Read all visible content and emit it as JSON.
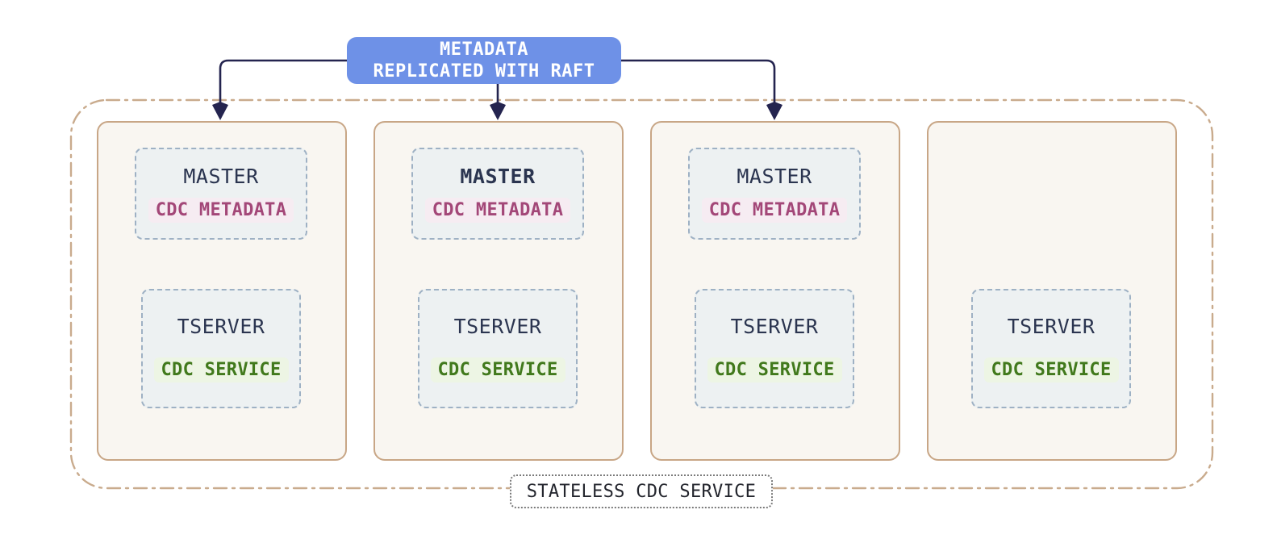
{
  "banner": {
    "line1": "METADATA",
    "line2": "REPLICATED WITH RAFT"
  },
  "cluster": {
    "label": "STATELESS CDC SERVICE"
  },
  "nodes": [
    {
      "master": {
        "label": "MASTER",
        "badge": "CDC METADATA",
        "emphasis": false
      },
      "tserver": {
        "label": "TSERVER",
        "badge": "CDC SERVICE"
      }
    },
    {
      "master": {
        "label": "MASTER",
        "badge": "CDC METADATA",
        "emphasis": true
      },
      "tserver": {
        "label": "TSERVER",
        "badge": "CDC SERVICE"
      }
    },
    {
      "master": {
        "label": "MASTER",
        "badge": "CDC METADATA",
        "emphasis": false
      },
      "tserver": {
        "label": "TSERVER",
        "badge": "CDC SERVICE"
      }
    },
    {
      "tserver": {
        "label": "TSERVER",
        "badge": "CDC SERVICE"
      }
    }
  ],
  "colors": {
    "banner_bg": "#6e91e7",
    "banner_text": "#ffffff",
    "arrow": "#24244f",
    "outer_border": "#c9ab8d",
    "node_border": "#c8a686",
    "node_bg": "#f9f6f1",
    "inner_border": "#9eb1c4",
    "inner_bg": "#edf1f2",
    "server_text": "#2b3550",
    "metadata_badge_text": "#a34778",
    "metadata_badge_bg": "#f6ecf2",
    "service_badge_text": "#41791c",
    "service_badge_bg": "#edf5e4",
    "cluster_label_text": "#23252d",
    "cluster_label_border": "#7a7a7a"
  }
}
